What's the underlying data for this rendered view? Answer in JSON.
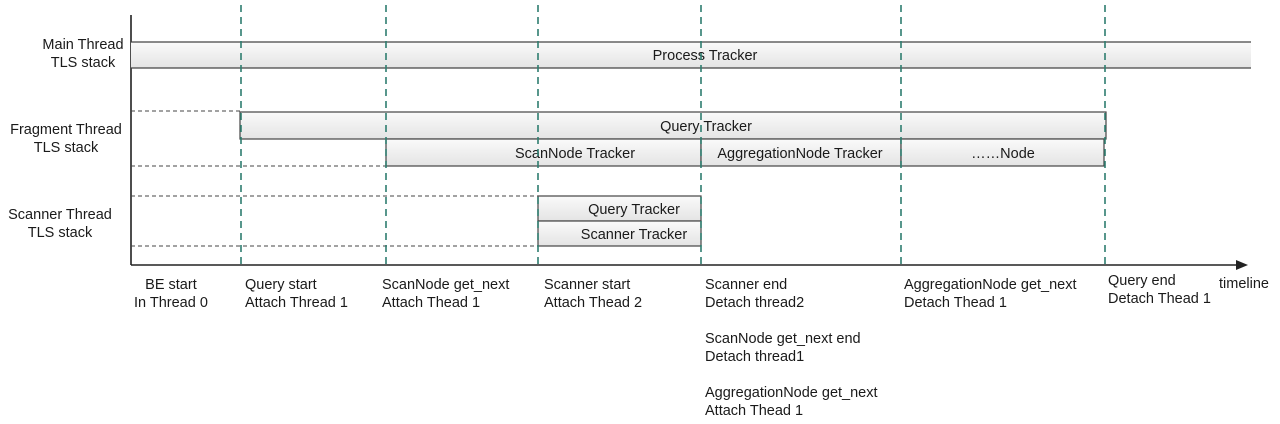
{
  "rows": {
    "main": {
      "line1": "Main Thread",
      "line2": "TLS stack"
    },
    "fragment": {
      "line1": "Fragment Thread",
      "line2": "TLS stack"
    },
    "scanner": {
      "line1": "Scanner Thread",
      "line2": "TLS stack"
    }
  },
  "bars": {
    "process_tracker": "Process Tracker",
    "query_tracker_fragment": "Query Tracker",
    "scannode_tracker": "ScanNode Tracker",
    "aggregationnode_tracker": "AggregationNode Tracker",
    "other_node": "……Node",
    "query_tracker_scanner": "Query Tracker",
    "scanner_tracker": "Scanner Tracker"
  },
  "axis": {
    "label": "timeline"
  },
  "events": [
    {
      "lines": [
        "BE start",
        "In Thread 0"
      ]
    },
    {
      "lines": [
        "Query start",
        "Attach Thread 1"
      ]
    },
    {
      "lines": [
        "ScanNode get_next",
        "Attach Thead 1"
      ]
    },
    {
      "lines": [
        "Scanner start",
        "Attach Thead 2"
      ]
    },
    {
      "lines": [
        "Scanner end",
        "Detach  thread2"
      ]
    },
    {
      "lines": [
        "ScanNode get_next end",
        "Detach  thread1"
      ]
    },
    {
      "lines": [
        "AggregationNode get_next",
        "Attach Thead 1"
      ]
    },
    {
      "lines": [
        "AggregationNode get_next",
        "Detach Thead 1"
      ]
    },
    {
      "lines": [
        "Query end",
        "Detach Thead 1"
      ]
    }
  ],
  "colors": {
    "marker": "#2e7d6f",
    "bar_fill": "#efefef",
    "bar_stroke": "#444444",
    "axis": "#222222"
  }
}
